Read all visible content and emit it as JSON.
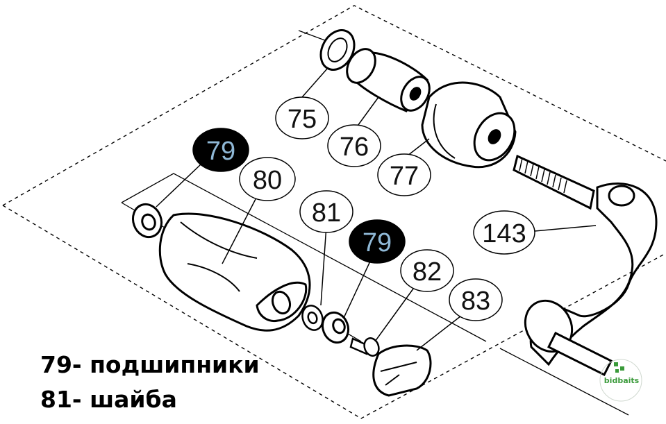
{
  "callouts": {
    "c75": "75",
    "c76": "76",
    "c77": "77",
    "c79a": "79",
    "c79b": "79",
    "c80": "80",
    "c81": "81",
    "c82": "82",
    "c83": "83",
    "c143": "143"
  },
  "legend": {
    "item79": "79- подшипники",
    "item81": "81- шайба"
  },
  "watermark": {
    "text": "bidbaits"
  },
  "colors": {
    "line": "#000000",
    "highlight_fill": "#000000",
    "highlight_text": "#8fb8d6",
    "watermark": "#3a9a3a"
  }
}
